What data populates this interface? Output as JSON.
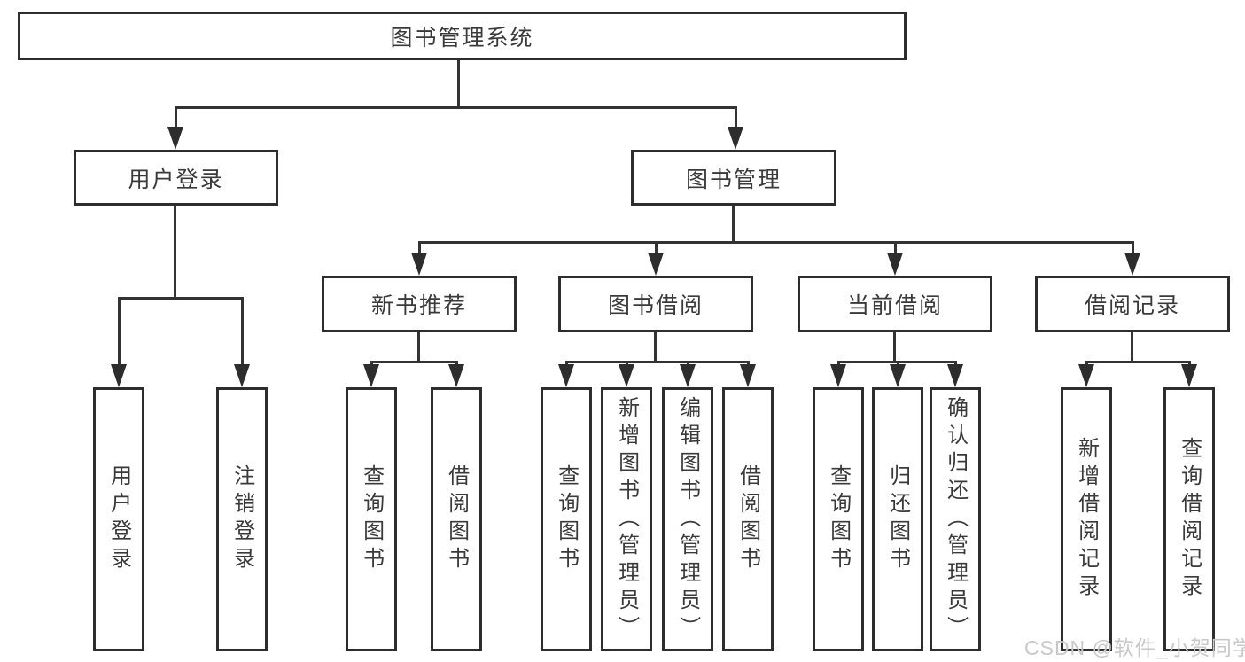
{
  "colors": {
    "background": "#ffffff",
    "box_border": "#2d2d2d",
    "connector_line": "#333333",
    "text": "#3a3a3a",
    "watermark": "#c8c8c8"
  },
  "diagram": {
    "root": {
      "label": "图书管理系统"
    },
    "nodes": [
      {
        "label": "用户登录",
        "children": [
          {
            "label": "用户登录"
          },
          {
            "label": "注销登录"
          }
        ]
      },
      {
        "label": "图书管理",
        "children": [
          {
            "label": "新书推荐",
            "children": [
              {
                "label": "查询图书"
              },
              {
                "label": "借阅图书"
              }
            ]
          },
          {
            "label": "图书借阅",
            "children": [
              {
                "label": "查询图书"
              },
              {
                "label": "新增图书（管理员）"
              },
              {
                "label": "编辑图书（管理员）"
              },
              {
                "label": "借阅图书"
              }
            ]
          },
          {
            "label": "当前借阅",
            "children": [
              {
                "label": "查询图书"
              },
              {
                "label": "归还图书"
              },
              {
                "label": "确认归还（管理员）"
              }
            ]
          },
          {
            "label": "借阅记录",
            "children": [
              {
                "label": "新增借阅记录"
              },
              {
                "label": "查询借阅记录"
              }
            ]
          }
        ]
      }
    ]
  },
  "watermark": {
    "text": "CSDN @软件_小贺同学"
  }
}
